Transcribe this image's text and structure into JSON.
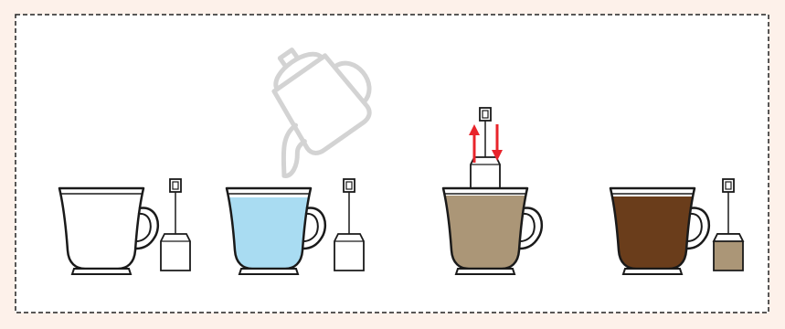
{
  "diagram": {
    "type": "tea-brewing-steps",
    "steps": [
      {
        "step": 1,
        "cup_fill": "empty",
        "teabag": "beside-cup",
        "teabag_fill": "white"
      },
      {
        "step": 2,
        "cup_fill": "water",
        "teabag": "beside-cup",
        "teabag_fill": "white",
        "kettle": "pouring"
      },
      {
        "step": 3,
        "cup_fill": "light-tea",
        "teabag": "in-cup",
        "dunk_arrows": "up-down"
      },
      {
        "step": 4,
        "cup_fill": "dark-tea",
        "teabag": "beside-cup",
        "teabag_fill": "used"
      }
    ]
  },
  "colors": {
    "background": "#fdf1ea",
    "panel": "#ffffff",
    "border_dashed": "#222222",
    "outline": "#1a1a1a",
    "water": "#a9dcf2",
    "light_tea": "#ab9677",
    "dark_tea": "#6a3d1b",
    "used_teabag": "#ab9677",
    "arrow": "#e8242b",
    "kettle": "#d3d3d3"
  },
  "icons": {
    "cup": "mug-icon",
    "teabag": "teabag-icon",
    "kettle": "kettle-pouring-icon",
    "arrow_up": "arrow-up-icon",
    "arrow_down": "arrow-down-icon"
  }
}
